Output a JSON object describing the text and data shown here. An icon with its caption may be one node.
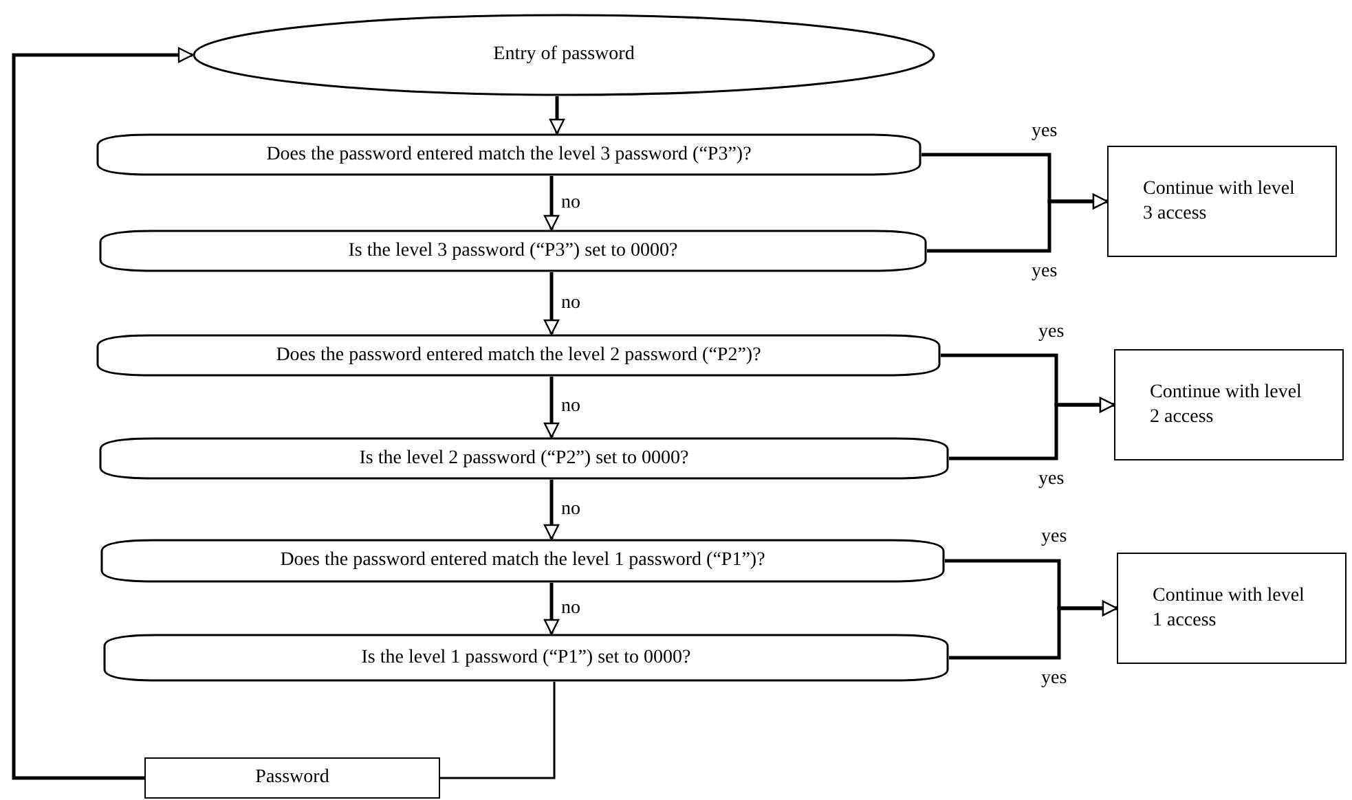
{
  "diagram": {
    "nodes": [
      {
        "text": [
          "Entry of password"
        ]
      },
      {
        "text": [
          "Does the password entered match the level 3 password (“P3”)?"
        ]
      },
      {
        "text": [
          "Is the level 3 password (“P3”) set to 0000?"
        ]
      },
      {
        "text": [
          "Does the password entered match the level 2 password (“P2”)?"
        ]
      },
      {
        "text": [
          "Is the level 2 password (“P2”) set to 0000?"
        ]
      },
      {
        "text": [
          "Does the password entered match the level 1 password (“P1”)?"
        ]
      },
      {
        "text": [
          "Is the level 1 password (“P1”) set to 0000?"
        ]
      },
      {
        "text": [
          "Continue with level 3 access"
        ]
      },
      {
        "text": [
          "Continue with level 2 access"
        ]
      },
      {
        "text": [
          "Continue with level 1 access"
        ]
      },
      {
        "text": [
          "Password"
        ]
      }
    ],
    "edges": [
      {
        "from": 0,
        "to": 1,
        "arrow": "to"
      },
      {
        "from": 1,
        "to": 2,
        "arrow": "to",
        "label": "no"
      },
      {
        "from": 2,
        "to": 3,
        "arrow": "to",
        "label": "no"
      },
      {
        "from": 3,
        "to": 4,
        "arrow": "to",
        "label": "no"
      },
      {
        "from": 4,
        "to": 5,
        "arrow": "to",
        "label": "no"
      },
      {
        "from": 5,
        "to": 6,
        "arrow": "to",
        "label": "no"
      },
      {
        "from": 1,
        "to": 7,
        "arrow": "to",
        "label": "yes"
      },
      {
        "from": 2,
        "to": 7,
        "arrow": "to",
        "label": "yes"
      },
      {
        "from": 3,
        "to": 8,
        "arrow": "to",
        "label": "yes"
      },
      {
        "from": 4,
        "to": 8,
        "arrow": "to",
        "label": "yes"
      },
      {
        "from": 5,
        "to": 9,
        "arrow": "to",
        "label": "yes"
      },
      {
        "from": 6,
        "to": 9,
        "arrow": "to",
        "label": "yes"
      },
      {
        "from": 6,
        "to": 10,
        "arrow": "none"
      },
      {
        "from": 10,
        "to": 0,
        "arrow": "to"
      }
    ]
  }
}
